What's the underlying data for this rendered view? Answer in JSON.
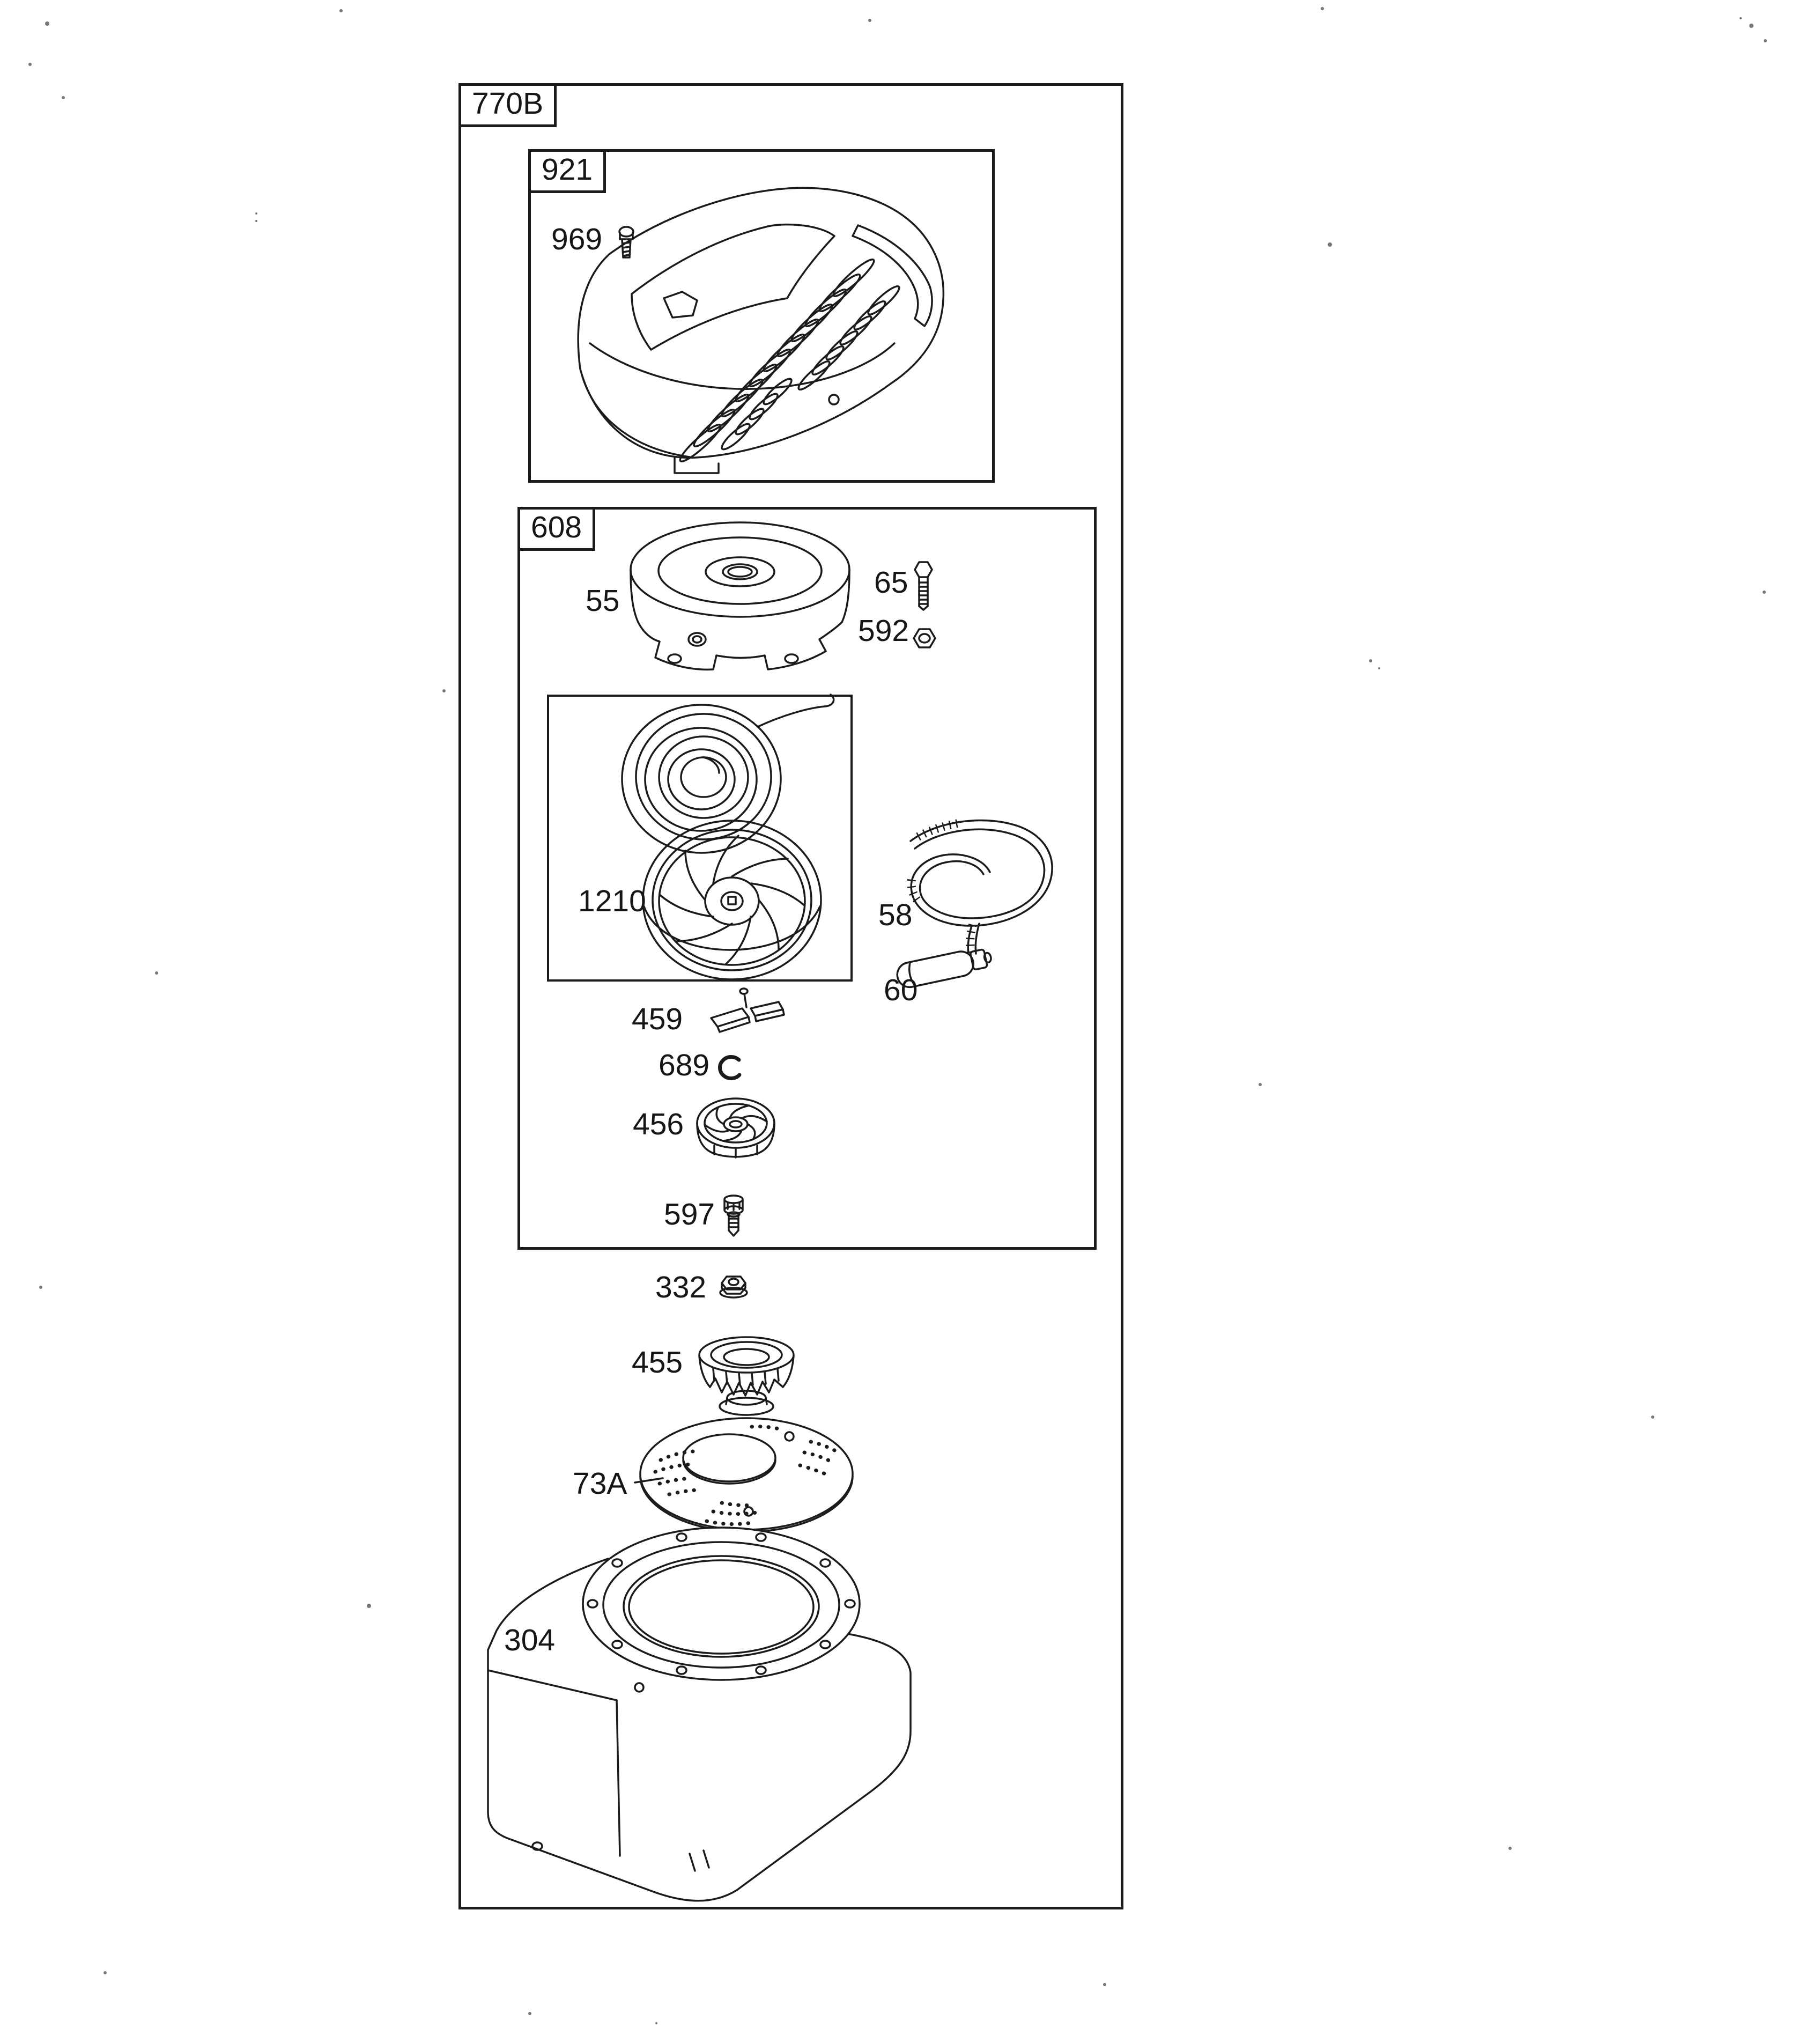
{
  "colors": {
    "ink": "#1b1b1b",
    "paper": "#ffffff"
  },
  "diagram": {
    "assembly_label": "770B",
    "cover_box_label": "921",
    "starter_box_label": "608",
    "parts": {
      "cover_screw": "969",
      "starter_housing": "55",
      "bolt": "65",
      "hex_nut": "592",
      "recoil_pulley": "1210",
      "starter_rope": "58",
      "rope_handle": "60",
      "pawl": "459",
      "retainer_clip": "689",
      "ratchet": "456",
      "ratchet_screw": "597",
      "flange_nut": "332",
      "clutch_cup": "455",
      "rotating_screen": "73A",
      "blower_housing": "304"
    }
  }
}
